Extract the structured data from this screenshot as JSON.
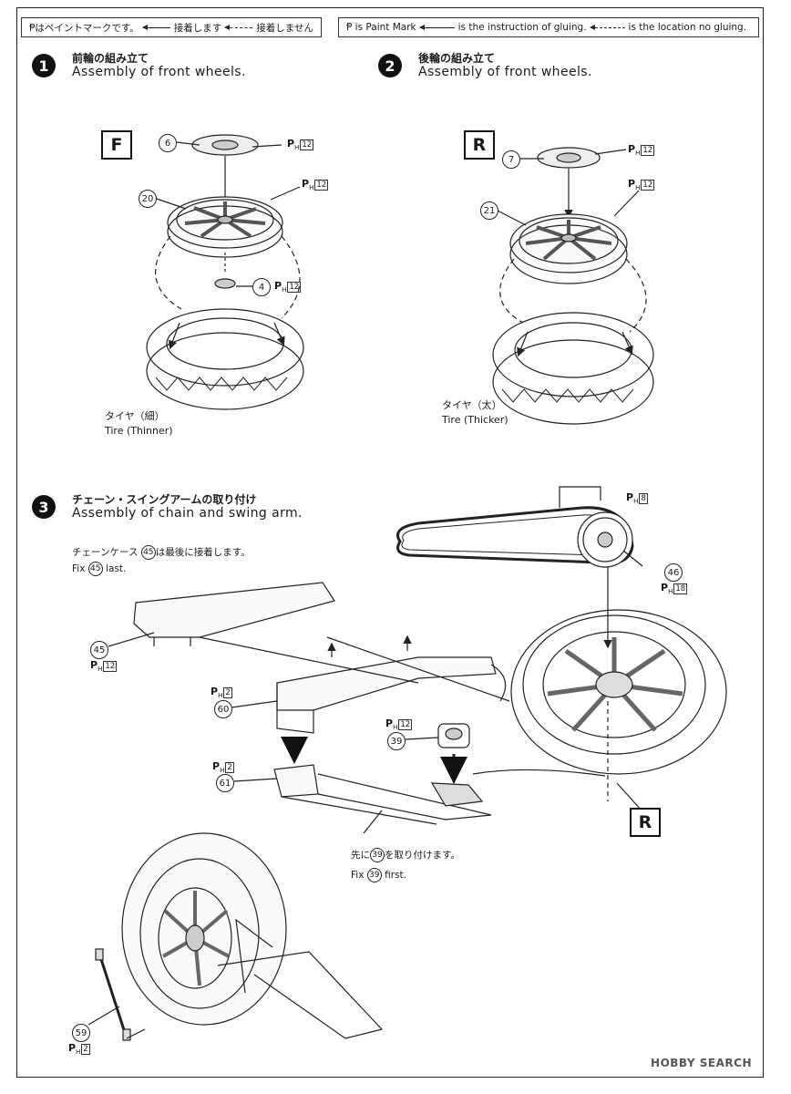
{
  "legend_jp": {
    "paint": "Ᵽはペイントマークです。",
    "glue": "接着します",
    "noglue": "接着しません"
  },
  "legend_en": {
    "paint": "Ᵽ is Paint Mark",
    "glue": "is the instruction of gluing.",
    "noglue": "is the location no gluing."
  },
  "steps": [
    {
      "num": "1",
      "jp": "前輪の組み立て",
      "en": "Assembly of front wheels."
    },
    {
      "num": "2",
      "jp": "後輪の組み立て",
      "en": "Assembly of front wheels."
    },
    {
      "num": "3",
      "jp": "チェーン・スイングアームの取り付け",
      "en": "Assembly of chain and swing arm."
    }
  ],
  "box_labels": {
    "front": "F",
    "rear": "R",
    "rear_step3": "R"
  },
  "parts": {
    "p6": "6",
    "p20": "20",
    "p4": "4",
    "p7": "7",
    "p21": "21",
    "p45": "45",
    "p60": "60",
    "p61": "61",
    "p39": "39",
    "p46": "46",
    "p59": "59"
  },
  "paint_marks": {
    "symbol": "P",
    "sub": "H",
    "ph12": "12",
    "ph8": "8",
    "ph18": "18",
    "ph2": "2"
  },
  "captions": {
    "tire_front_jp": "タイヤ（細）",
    "tire_front_en": "Tire (Thinner)",
    "tire_rear_jp": "タイヤ（太）",
    "tire_rear_en": "Tire (Thicker)"
  },
  "notes": {
    "chaincase_jp_pre": "チェーンケース",
    "chaincase_jp_post": "は最後に接着します。",
    "chaincase_en_pre": "Fix",
    "chaincase_en_post": "last.",
    "fix39_jp_pre": "先に",
    "fix39_jp_post": "を取り付けます。",
    "fix39_en_pre": "Fix",
    "fix39_en_post": "first."
  },
  "watermark": "HOBBY SEARCH"
}
